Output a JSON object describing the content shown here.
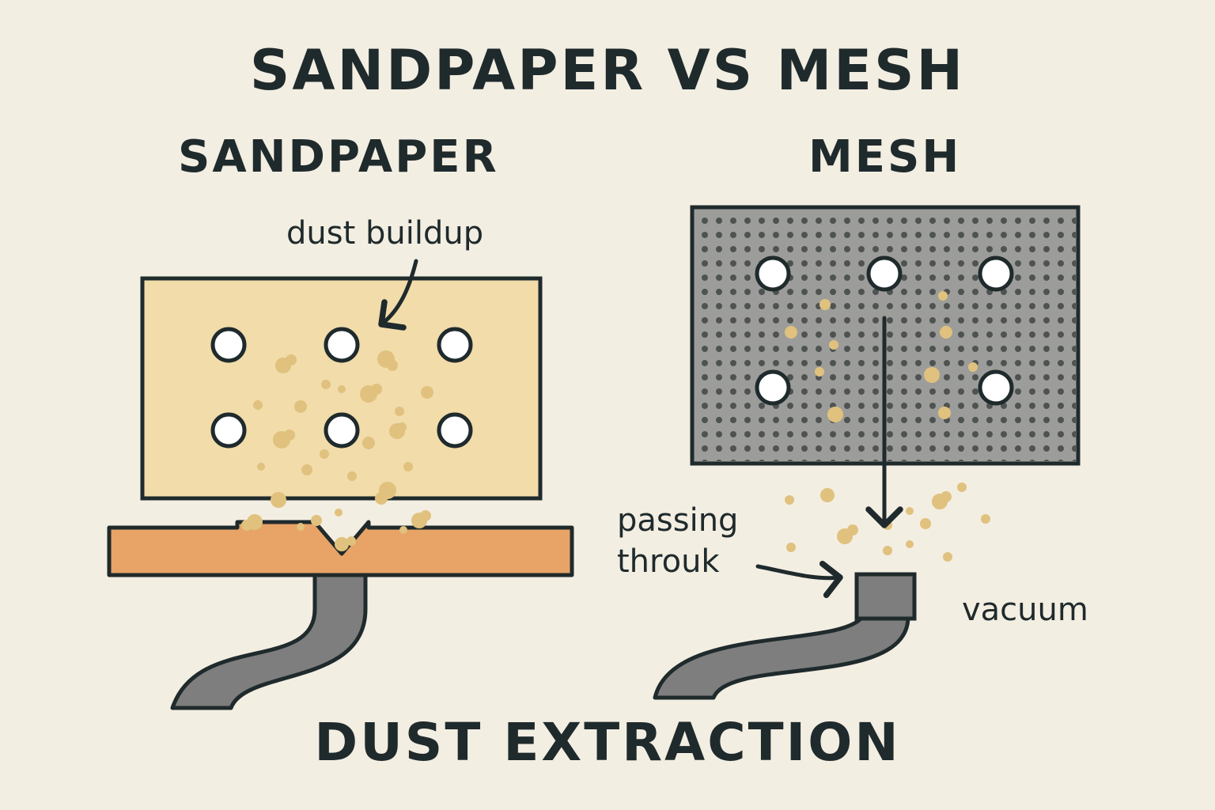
{
  "title": "SANDPAPER VS MESH",
  "left_panel": {
    "heading": "SANDPAPER",
    "annotation": "dust buildup"
  },
  "right_panel": {
    "heading": "MESH",
    "annotation_line1": "passing",
    "annotation_line2": "throuk",
    "vacuum_label": "vacuum"
  },
  "footer": "DUST EXTRACTION",
  "colors": {
    "background": "#f3eee2",
    "ink": "#1f2a2c",
    "sandpaper": "#f1dcaa",
    "dust": "#e0c17e",
    "workpiece": "#e8a367",
    "mesh": "#9c9d9a",
    "hose": "#7d7e7d"
  }
}
